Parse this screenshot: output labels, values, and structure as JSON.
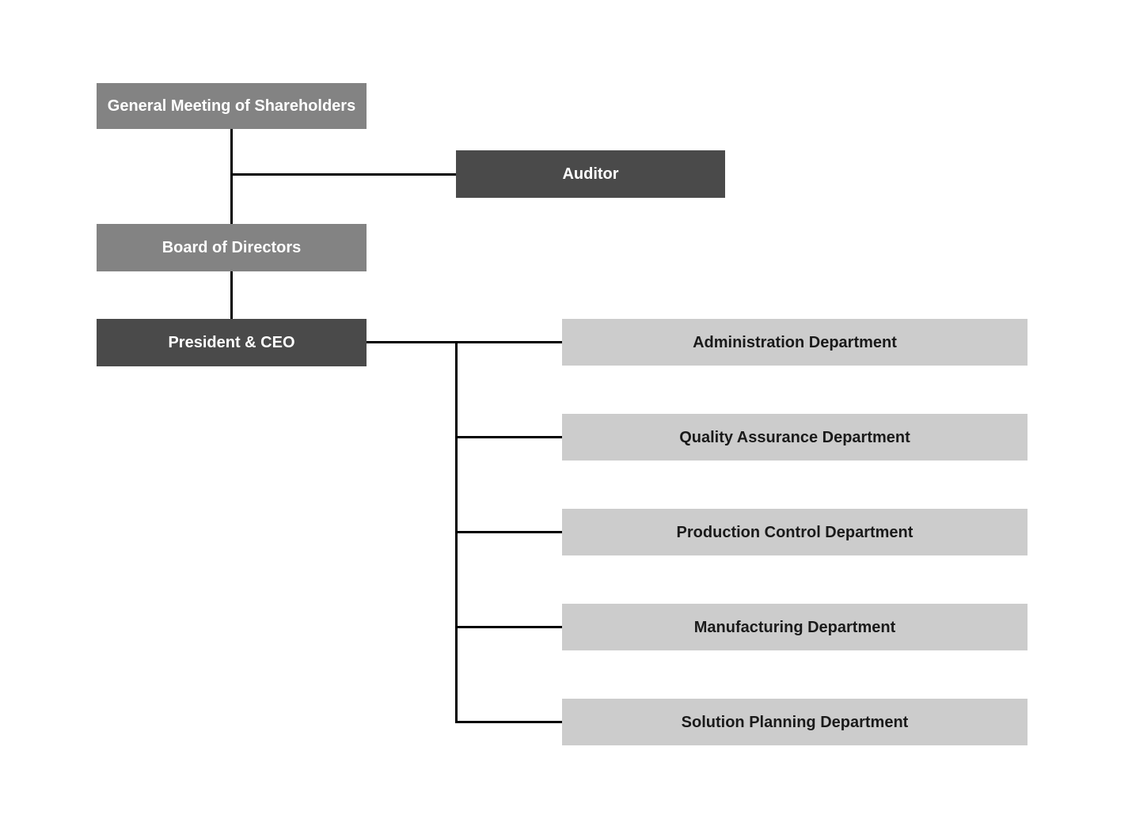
{
  "chart": {
    "type": "org-chart",
    "colors": {
      "medium_gray_box": "#838383",
      "dark_gray_box": "#4a4a4a",
      "light_gray_box": "#cccccc",
      "connector_line": "#000000",
      "text_on_gray": "#ffffff",
      "text_on_light": "#1a1a1a",
      "background": "#ffffff"
    },
    "nodes": {
      "shareholders": {
        "label": "General Meeting of Shareholders"
      },
      "auditor": {
        "label": "Auditor"
      },
      "board": {
        "label": "Board of Directors"
      },
      "ceo": {
        "label": "President & CEO"
      }
    },
    "departments": [
      {
        "label": "Administration Department"
      },
      {
        "label": "Quality Assurance Department"
      },
      {
        "label": "Production Control Department"
      },
      {
        "label": "Manufacturing Department"
      },
      {
        "label": "Solution Planning Department"
      }
    ],
    "relations": [
      "General Meeting of Shareholders -> Auditor",
      "General Meeting of Shareholders -> Board of Directors",
      "Board of Directors -> President & CEO",
      "President & CEO -> Administration Department",
      "President & CEO -> Quality Assurance Department",
      "President & CEO -> Production Control Department",
      "President & CEO -> Manufacturing Department",
      "President & CEO -> Solution Planning Department"
    ]
  }
}
